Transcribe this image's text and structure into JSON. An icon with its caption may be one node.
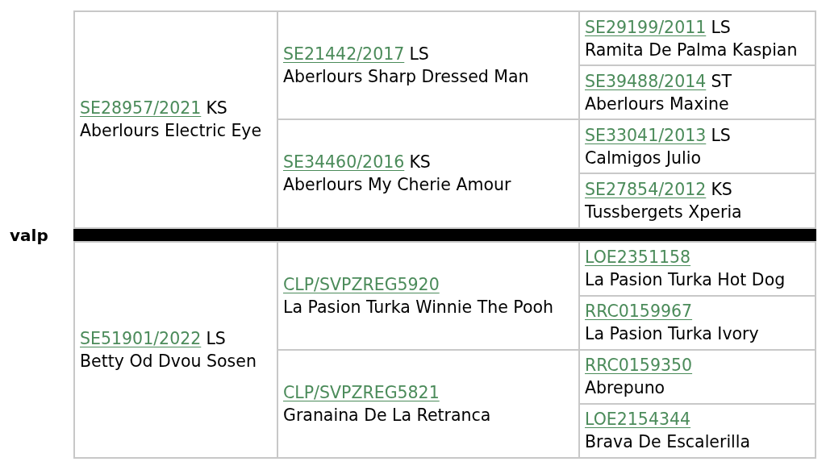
{
  "diagram": {
    "nodes": [
      {
        "text": [
          "SE28957/2021",
          "KS",
          "Aberlours Electric Eye"
        ]
      },
      {
        "text": [
          "SE21442/2017",
          "LS",
          "Aberlours Sharp Dressed Man"
        ]
      },
      {
        "text": [
          "SE29199/2011",
          "LS",
          "Ramita De Palma Kaspian"
        ]
      },
      {
        "text": [
          "SE39488/2014",
          "ST",
          "Aberlours Maxine"
        ]
      },
      {
        "text": [
          "SE34460/2016",
          "KS",
          "Aberlours My Cherie Amour"
        ]
      },
      {
        "text": [
          "SE33041/2013",
          "LS",
          "Calmigos Julio"
        ]
      },
      {
        "text": [
          "SE27854/2012",
          "KS",
          "Tussbergets Xperia"
        ]
      },
      {
        "text": [],
        "shape": "bar"
      },
      {
        "text": [
          "SE51901/2022",
          "LS",
          "Betty Od Dvou Sosen"
        ]
      },
      {
        "text": [
          "CLP/SVPZREG5920",
          "La Pasion Turka Winnie The Pooh"
        ]
      },
      {
        "text": [
          "LOE2351158",
          "La Pasion Turka Hot Dog"
        ]
      },
      {
        "text": [
          "RRC0159967",
          "La Pasion Turka Ivory"
        ]
      },
      {
        "text": [
          "CLP/SVPZREG5821",
          "Granaina De La Retranca"
        ]
      },
      {
        "text": [
          "RRC0159350",
          "Abrepuno"
        ]
      },
      {
        "text": [
          "LOE2154344",
          "Brava De Escalerilla"
        ]
      }
    ],
    "labels": [
      "valp"
    ]
  }
}
